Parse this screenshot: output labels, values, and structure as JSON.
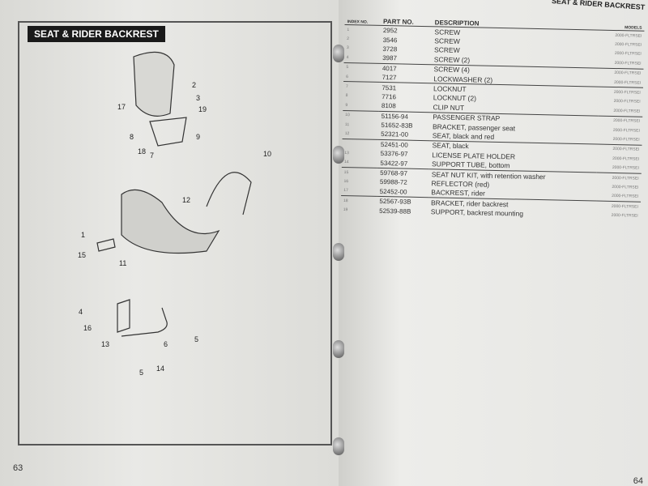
{
  "left_page": {
    "title": "SEAT & RIDER BACKREST",
    "page_number": "63",
    "callouts": [
      "17",
      "2",
      "3",
      "19",
      "8",
      "18",
      "7",
      "9",
      "10",
      "12",
      "1",
      "15",
      "11",
      "4",
      "16",
      "13",
      "6",
      "5",
      "14",
      "5"
    ]
  },
  "right_page": {
    "header": "SEAT & RIDER BACKREST",
    "page_number": "64",
    "columns": {
      "index": "INDEX NO.",
      "part": "PART NO.",
      "description": "DESCRIPTION",
      "models": "MODELS"
    },
    "rows": [
      {
        "index": "1",
        "part": "2952",
        "description": "SCREW",
        "model": "2000-FLTRSEI"
      },
      {
        "index": "2",
        "part": "3546",
        "description": "SCREW",
        "model": "2000-FLTRSEI"
      },
      {
        "index": "3",
        "part": "3728",
        "description": "SCREW",
        "model": "2000-FLTRSEI"
      },
      {
        "index": "4",
        "part": "3987",
        "description": "SCREW (2)",
        "model": "2000-FLTRSEI"
      },
      {
        "index": "5",
        "part": "4017",
        "description": "SCREW (4)",
        "model": "2000-FLTRSEI"
      },
      {
        "index": "6",
        "part": "7127",
        "description": "LOCKWASHER (2)",
        "model": "2000-FLTRSEI"
      },
      {
        "index": "7",
        "part": "7531",
        "description": "LOCKNUT",
        "model": "2000-FLTRSEI"
      },
      {
        "index": "8",
        "part": "7716",
        "description": "LOCKNUT (2)",
        "model": "2000-FLTRSEI"
      },
      {
        "index": "9",
        "part": "8108",
        "description": "CLIP NUT",
        "model": "2000-FLTRSEI"
      },
      {
        "index": "10",
        "part": "51156-94",
        "description": "PASSENGER STRAP",
        "model": "2000-FLTRSEI"
      },
      {
        "index": "11",
        "part": "51652-83B",
        "description": "BRACKET, passenger seat",
        "model": "2000-FLTRSEI"
      },
      {
        "index": "12",
        "part": "52321-00",
        "description": "SEAT, black and red",
        "model": "2000-FLTRSEI"
      },
      {
        "index": "",
        "part": "52451-00",
        "description": "SEAT, black",
        "model": "2000-FLTRSEI"
      },
      {
        "index": "13",
        "part": "53376-97",
        "description": "LICENSE PLATE HOLDER",
        "model": "2000-FLTRSEI"
      },
      {
        "index": "14",
        "part": "53422-97",
        "description": "SUPPORT TUBE, bottom",
        "model": "2000-FLTRSEI"
      },
      {
        "index": "15",
        "part": "59768-97",
        "description": "SEAT NUT KIT, with retention washer",
        "model": "2000-FLTRSEI"
      },
      {
        "index": "16",
        "part": "59988-72",
        "description": "REFLECTOR (red)",
        "model": "2000-FLTRSEI"
      },
      {
        "index": "17",
        "part": "52452-00",
        "description": "BACKREST, rider",
        "model": "2000-FLTRSEI"
      },
      {
        "index": "18",
        "part": "52567-93B",
        "description": "BRACKET, rider backrest",
        "model": "2000-FLTRSEI"
      },
      {
        "index": "19",
        "part": "52539-88B",
        "description": "SUPPORT, backrest mounting",
        "model": "2000-FLTRSEI"
      }
    ]
  }
}
